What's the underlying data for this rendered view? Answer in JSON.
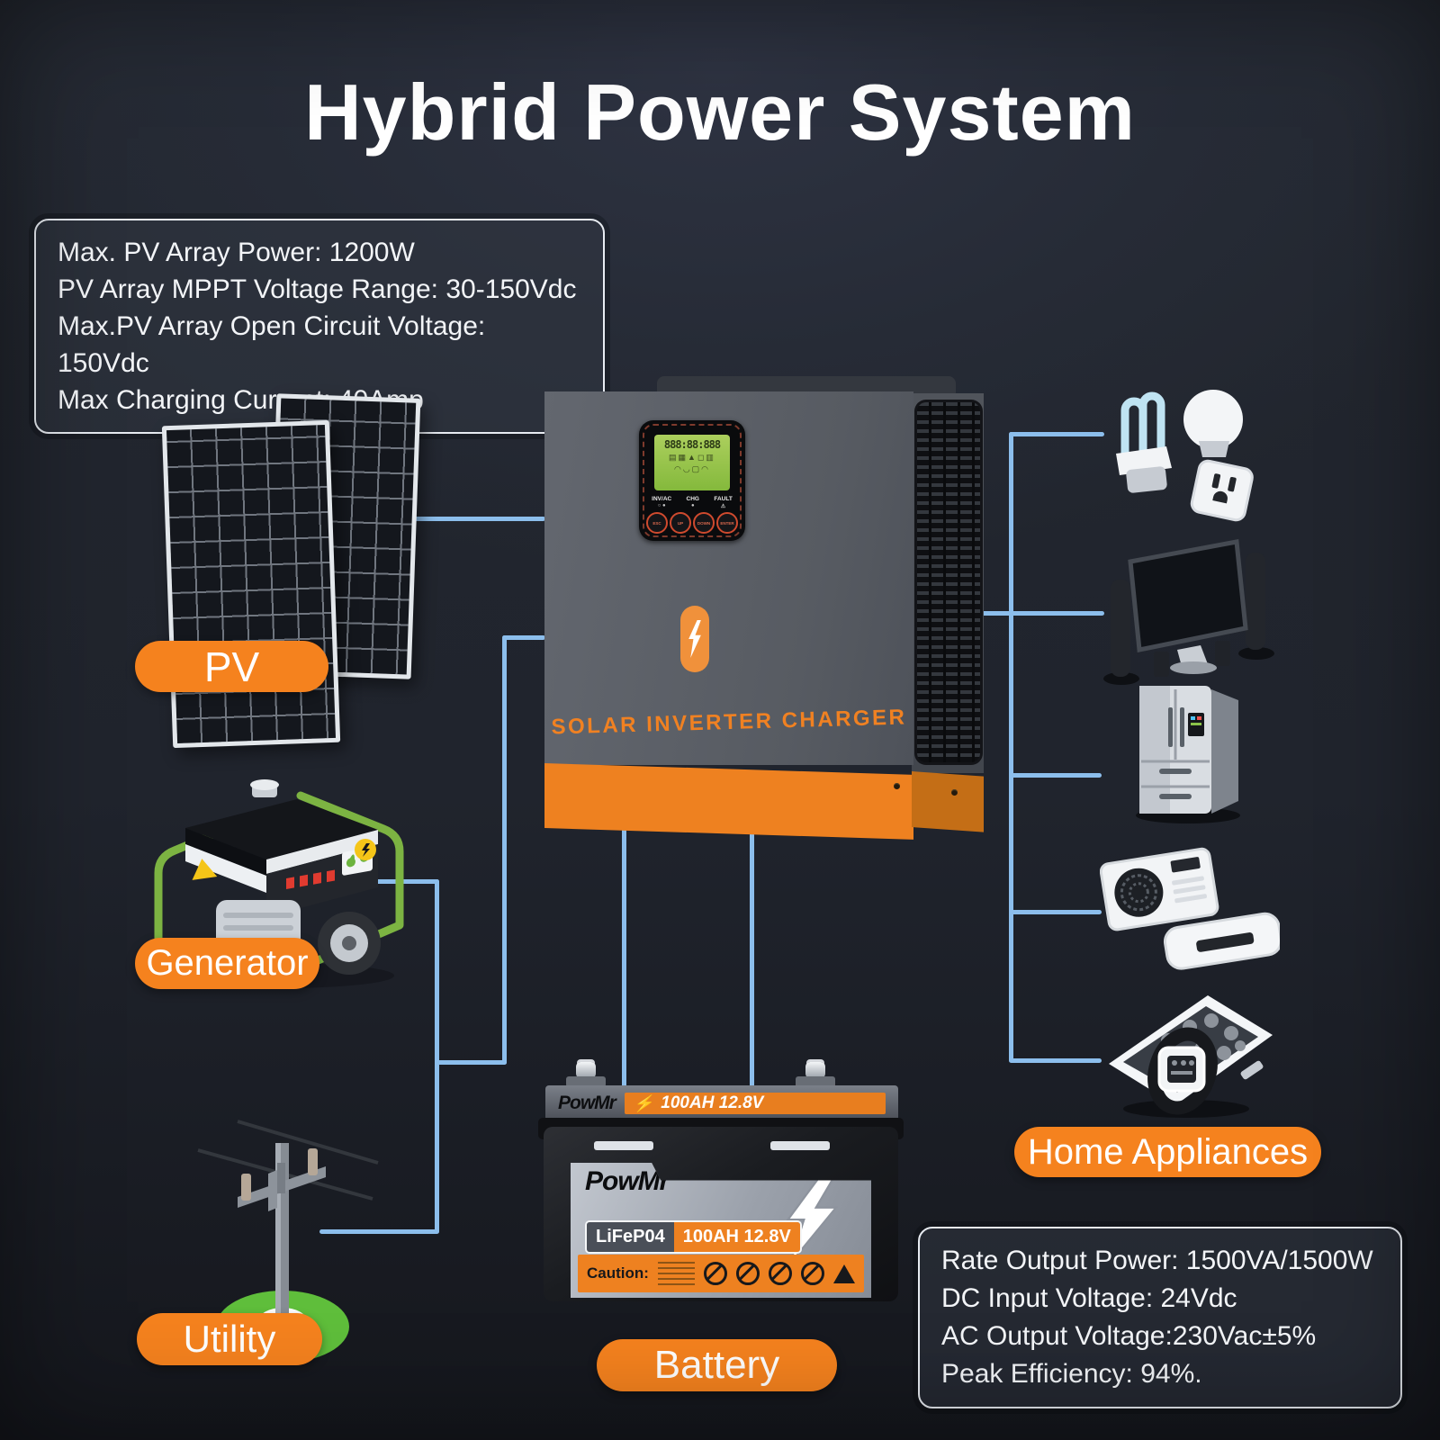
{
  "title": "Hybrid Power System",
  "colors": {
    "accent_orange": "#F5821E",
    "inverter_orange": "#EE8120",
    "connector_blue": "#8CBEEC",
    "background_dark": "#20242d",
    "lcd_green": "#9CC74C"
  },
  "pv_spec_box": {
    "lines": [
      "Max. PV Array Power: 1200W",
      "PV Array MPPT Voltage Range: 30-150Vdc",
      "Max.PV Array Open Circuit Voltage: 150Vdc",
      "Max Charging Current: 40Amp"
    ]
  },
  "output_spec_box": {
    "lines": [
      "Rate Output Power: 1500VA/1500W",
      "DC Input Voltage: 24Vdc",
      "AC Output Voltage:230Vac±5%",
      "Peak Efficiency: 94%."
    ]
  },
  "nodes": {
    "pv": "PV",
    "generator": "Generator",
    "utility": "Utility",
    "battery": "Battery",
    "home_appliances": "Home Appliances"
  },
  "inverter": {
    "name": "SOLAR INVERTER CHARGER",
    "lcd_value": "888:88:888",
    "indicators": [
      "INV/AC",
      "CHG",
      "FAULT"
    ],
    "buttons": [
      "ESC",
      "UP",
      "DOWN",
      "ENTER"
    ]
  },
  "battery": {
    "brand": "PowMr",
    "top_rating": "100AH 12.8V",
    "chemistry": "LiFeP04",
    "rating": "100AH 12.8V",
    "caution_label": "Caution:"
  }
}
